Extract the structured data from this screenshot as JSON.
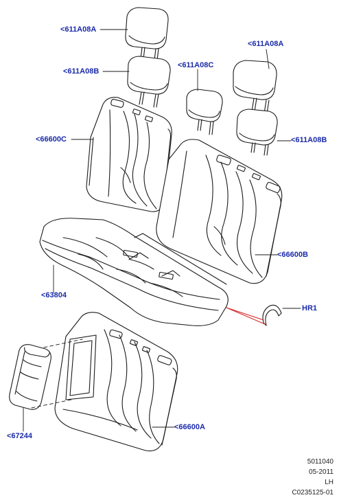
{
  "colors": {
    "label": "#1a2aa8",
    "outline": "#1a1a1a",
    "hr1_leader": "#d42020"
  },
  "labels": {
    "headrest_top_left": "<611A08A",
    "headrest_lower_left": "<611A08B",
    "headrest_center": "<611A08C",
    "headrest_top_right": "<611A08A",
    "headrest_lower_right": "<611A08B",
    "backrest_left": "<66600C",
    "backrest_right": "<66600B",
    "cushion": "<63804",
    "clip": "HR1",
    "backrest_lower": "<66600A",
    "armrest": "<67244"
  },
  "footer": {
    "line1": "5011040",
    "line2": "05-2011",
    "line3": "LH",
    "line4": "C0235125-01"
  }
}
